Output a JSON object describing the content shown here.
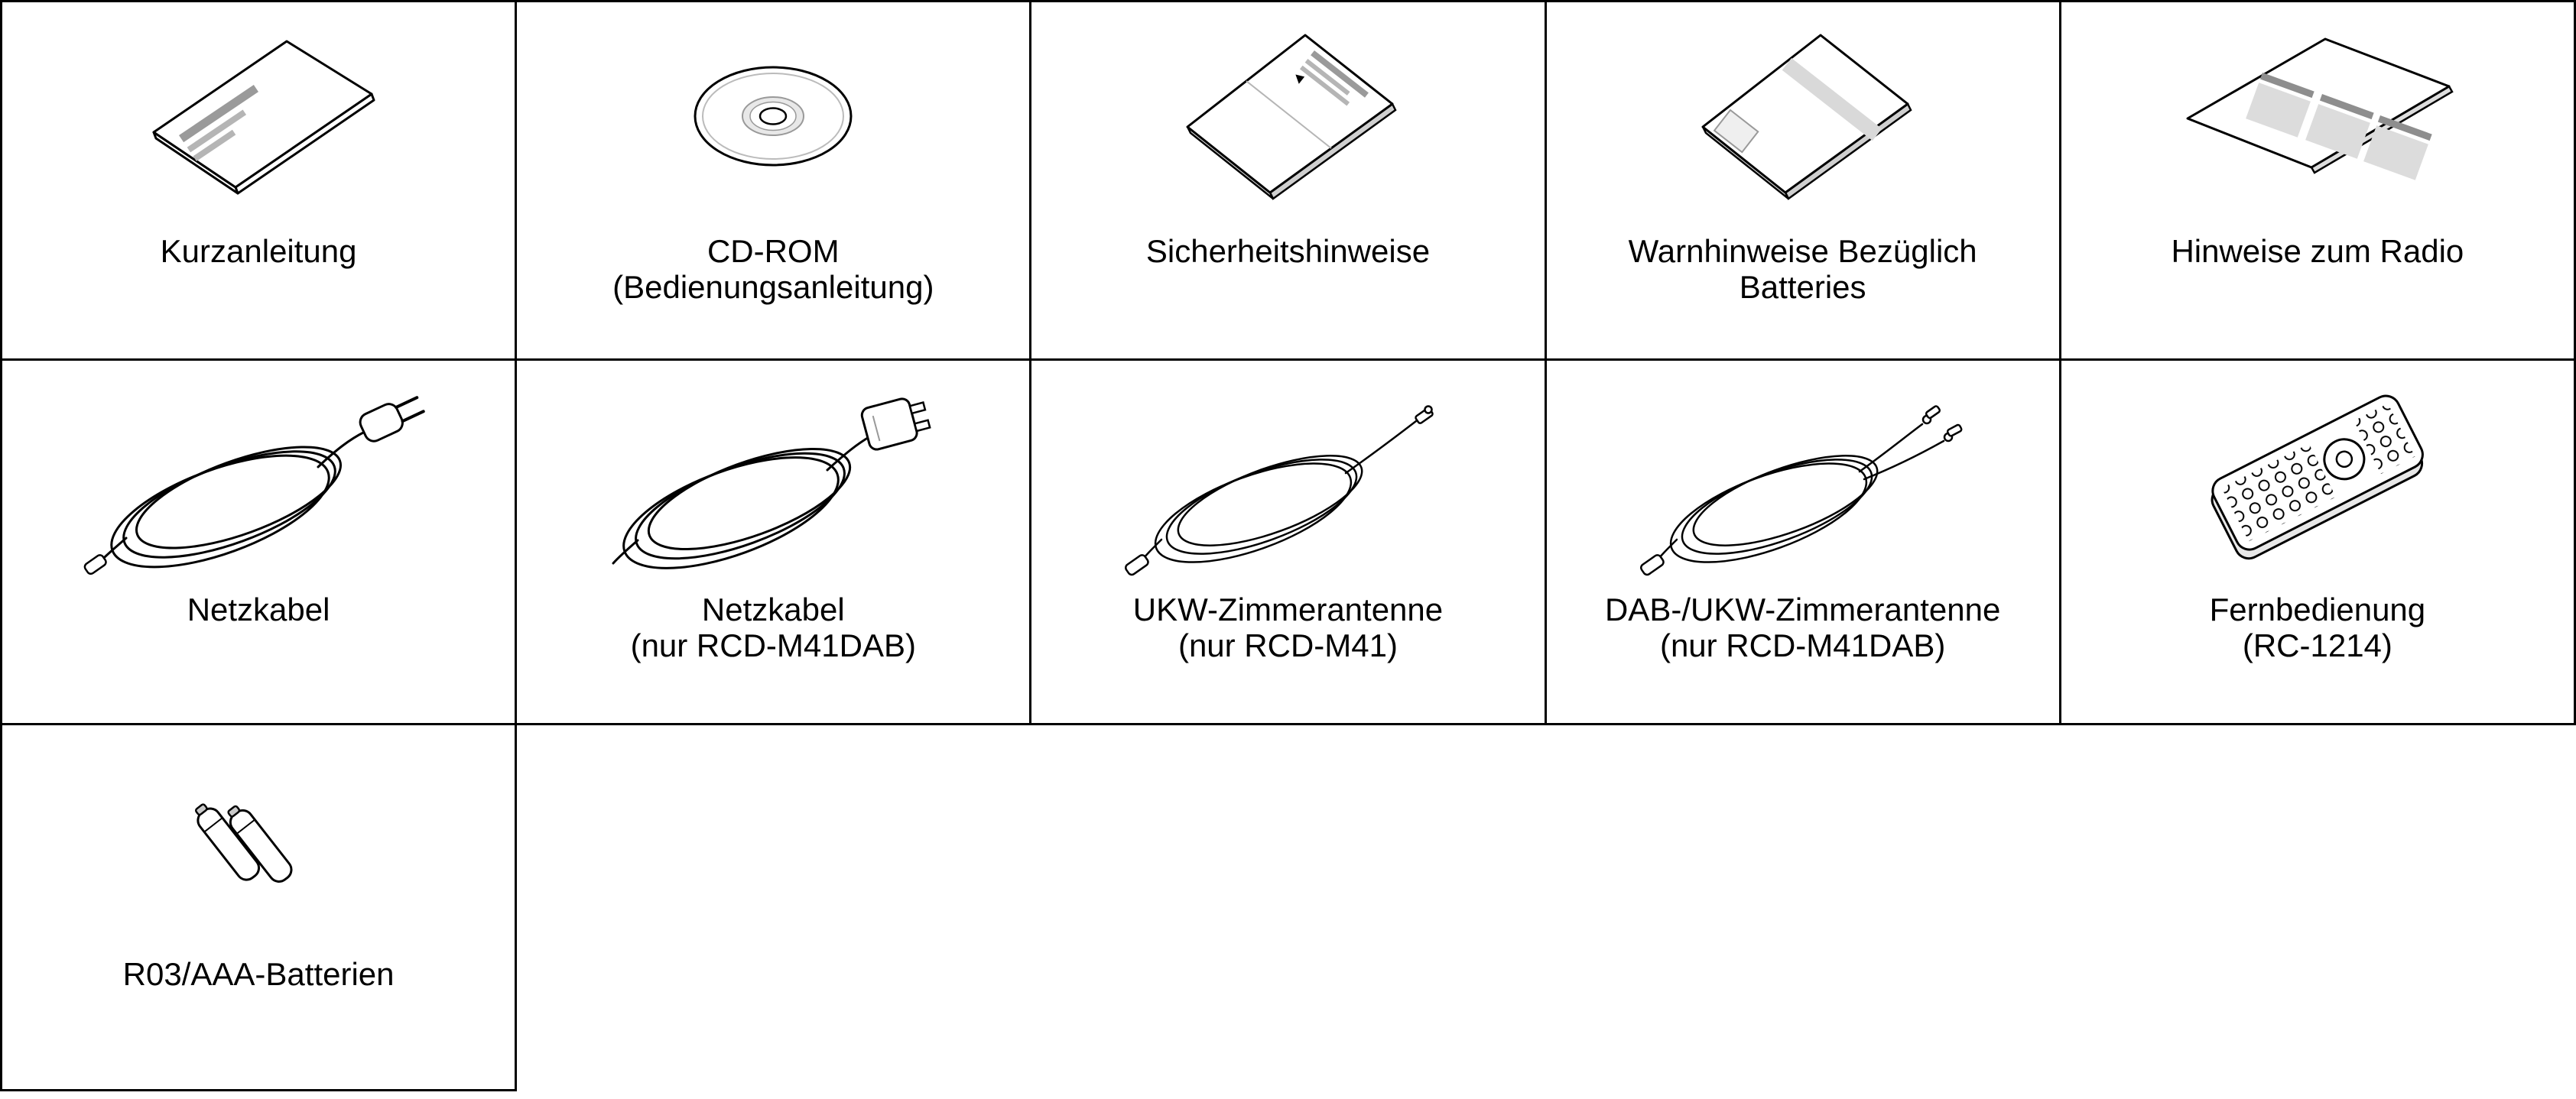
{
  "page": {
    "type": "accessories-table",
    "background": "#ffffff",
    "border_color": "#000000",
    "text_color": "#000000"
  },
  "table": {
    "rows": [
      {
        "cells": [
          {
            "icon": "quick-start-booklet-icon",
            "lines": [
              "Kurzanleitung"
            ]
          },
          {
            "icon": "cd-rom-disc-icon",
            "lines": [
              "CD-ROM",
              "(Bedienungsanleitung)"
            ]
          },
          {
            "icon": "safety-instructions-pamphlet-icon",
            "lines": [
              "Sicherheitshinweise"
            ]
          },
          {
            "icon": "battery-warning-pamphlet-icon",
            "lines": [
              "Warnhinweise Bezüglich",
              "Batteries"
            ]
          },
          {
            "icon": "radio-notes-sheet-icon",
            "lines": [
              "Hinweise zum Radio"
            ]
          }
        ]
      },
      {
        "cells": [
          {
            "icon": "power-cord-icon",
            "lines": [
              "Netzkabel"
            ]
          },
          {
            "icon": "power-cord-uk-plug-icon",
            "lines": [
              "Netzkabel",
              "(nur RCD-M41DAB)"
            ]
          },
          {
            "icon": "fm-indoor-antenna-icon",
            "lines": [
              "UKW-Zimmerantenne",
              "(nur RCD-M41)"
            ]
          },
          {
            "icon": "dab-fm-indoor-antenna-icon",
            "lines": [
              "DAB-/UKW-Zimmerantenne",
              "(nur RCD-M41DAB)"
            ]
          },
          {
            "icon": "remote-control-icon",
            "lines": [
              "Fernbedienung",
              "(RC-1214)"
            ]
          }
        ]
      },
      {
        "cells": [
          {
            "icon": "aaa-batteries-icon",
            "lines": [
              "R03/AAA-Batterien"
            ]
          }
        ]
      }
    ]
  }
}
